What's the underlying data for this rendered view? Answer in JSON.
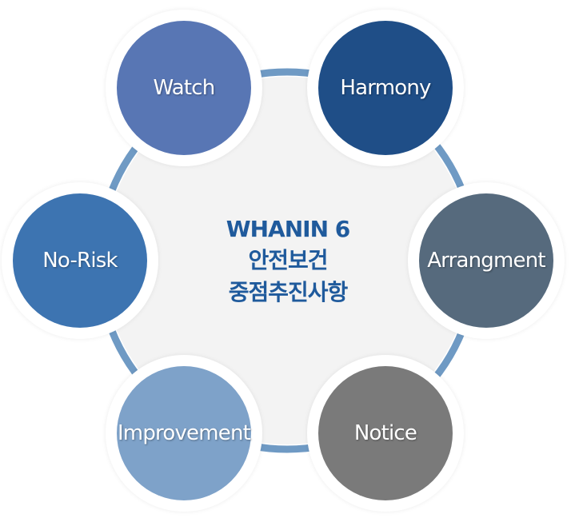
{
  "center": {
    "line1": "WHANIN 6",
    "line2": "안전보건",
    "line3": "중점추진사항"
  },
  "nodes": [
    {
      "key": "watch",
      "label": "Watch",
      "color": "#5876b4"
    },
    {
      "key": "harmony",
      "label": "Harmony",
      "color": "#1f4e87"
    },
    {
      "key": "arrangment",
      "label": "Arrangment",
      "color": "#566a7d"
    },
    {
      "key": "notice",
      "label": "Notice",
      "color": "#7a7a7a"
    },
    {
      "key": "improvement",
      "label": "Improvement",
      "color": "#7ea2c9"
    },
    {
      "key": "norisk",
      "label": "No-Risk",
      "color": "#3d74b1"
    }
  ],
  "colors": {
    "ring_fill": "#f3f3f3",
    "ring_stroke": "#6f9ac4",
    "center_text": "#1f5a9c"
  }
}
